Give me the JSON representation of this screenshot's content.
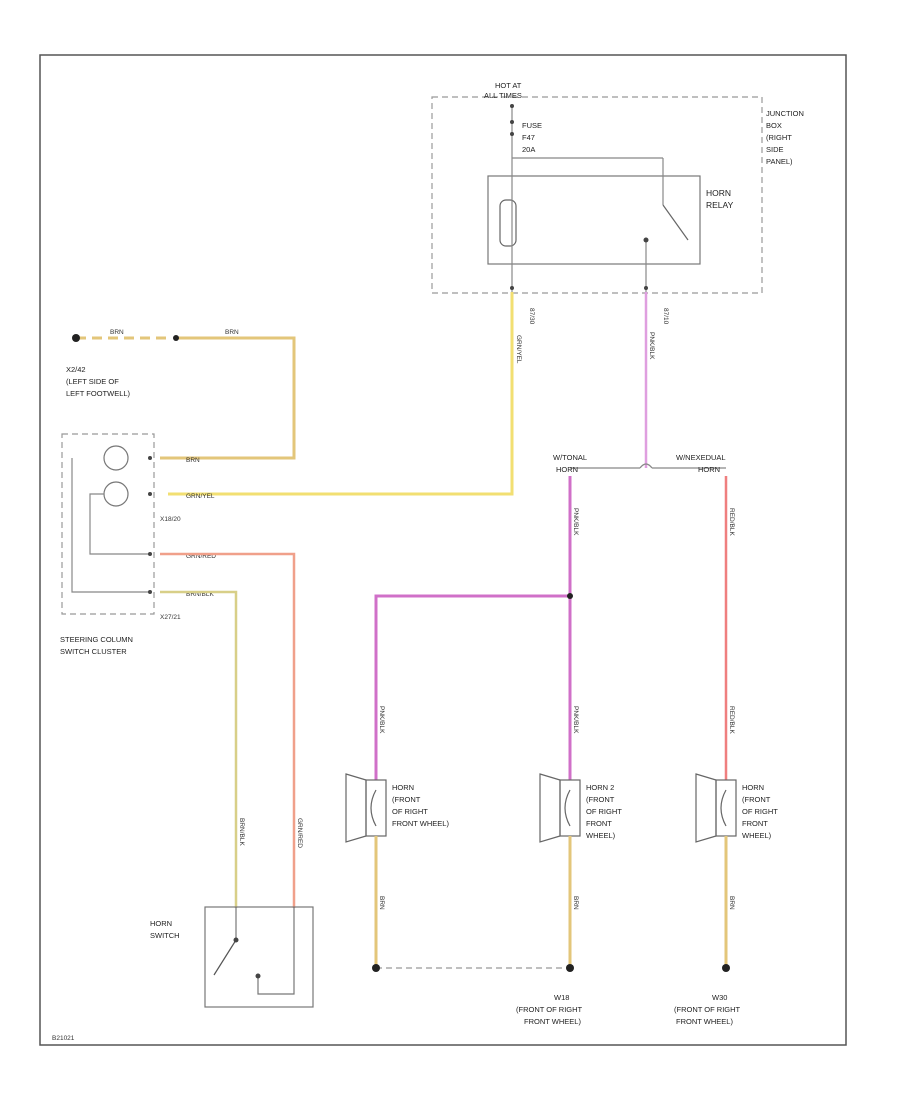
{
  "colors": {
    "frame": "#444444",
    "yellow": "#f2df72",
    "olive": "#c9c07a",
    "salmon": "#f0a08a",
    "red": "#ef7f7f",
    "pink": "#df9fdf",
    "magenta": "#d070c8",
    "black": "#222222",
    "grey": "#888888"
  },
  "power": {
    "hot": [
      "HOT AT",
      "ALL TIMES"
    ],
    "fuse": [
      "FUSE",
      "F47",
      "20A"
    ],
    "junction": [
      "JUNCTION",
      "BOX",
      "(RIGHT",
      "SIDE",
      "PANEL)"
    ],
    "horn_relay": [
      "HORN",
      "RELAY"
    ],
    "pin_left": "87/30",
    "pin_right": "87/10"
  },
  "ground": {
    "label": [
      "X2/42",
      "(LEFT SIDE OF",
      "LEFT FOOTWELL)"
    ],
    "wire1": "BRN",
    "wire2": "BRN"
  },
  "steering": {
    "label": [
      "STEERING COLUMN",
      "SWITCH CLUSTER"
    ],
    "conn_upper": "X18/20",
    "conn_lower": "X27/21",
    "wires": {
      "brn": "BRN",
      "grn_yel": "GRN/YEL",
      "grn_red": "GRN/RED",
      "brn_blk": "BRN/BLK",
      "relay_feed": "GRN/YEL",
      "sw_left": "BRN/BLK",
      "sw_right": "GRN/RED"
    }
  },
  "horn_switch": [
    "HORN",
    "SWITCH"
  ],
  "splice": {
    "left": [
      "W/TONAL",
      "HORN"
    ],
    "right": [
      "W/NEXEDUAL",
      "HORN"
    ],
    "relay_out": "PNK/BLK"
  },
  "horns": {
    "h1": [
      "HORN",
      "(FRONT",
      "OF RIGHT",
      "FRONT WHEEL)"
    ],
    "h2": [
      "HORN 2",
      "(FRONT",
      "OF RIGHT",
      "FRONT",
      "WHEEL)"
    ],
    "h3": [
      "HORN",
      "(FRONT",
      "OF RIGHT",
      "FRONT",
      "WHEEL)"
    ],
    "wire_feed1": "PNK/BLK",
    "wire_feed2": "PNK/BLK",
    "wire_feed3": "RED/BLK",
    "wire_mid1": "PNK/BLK",
    "wire_mid2": "PNK/BLK",
    "wire_mid3": "RED/BLK",
    "gnd1": "BRN",
    "gnd2": "BRN",
    "gnd3": "BRN"
  },
  "grounds": {
    "g1": [
      "W18",
      "(FRONT OF RIGHT",
      "FRONT WHEEL)"
    ],
    "g2": [
      "W30",
      "(FRONT OF RIGHT",
      "FRONT WHEEL)"
    ]
  },
  "footer": "B21021"
}
